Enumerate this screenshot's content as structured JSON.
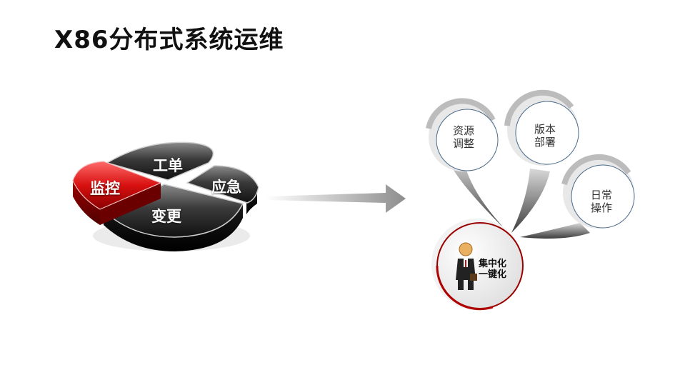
{
  "page": {
    "title": "X86分布式系统运维"
  },
  "left_pie": {
    "segments": [
      {
        "label": "工单"
      },
      {
        "label": "应急"
      },
      {
        "label": "变更"
      },
      {
        "label": "监控"
      }
    ]
  },
  "right_diagram": {
    "bubbles": [
      {
        "line1": "资源",
        "line2": "调整"
      },
      {
        "line1": "版本",
        "line2": "部署"
      },
      {
        "line1": "日常",
        "line2": "操作"
      }
    ],
    "center": {
      "line1": "集中化",
      "line2": "一键化"
    }
  },
  "colors": {
    "accent_red": "#cc1111",
    "segment_dark": "#2e2e2e",
    "arrow_gray": "#9a9a9a"
  }
}
